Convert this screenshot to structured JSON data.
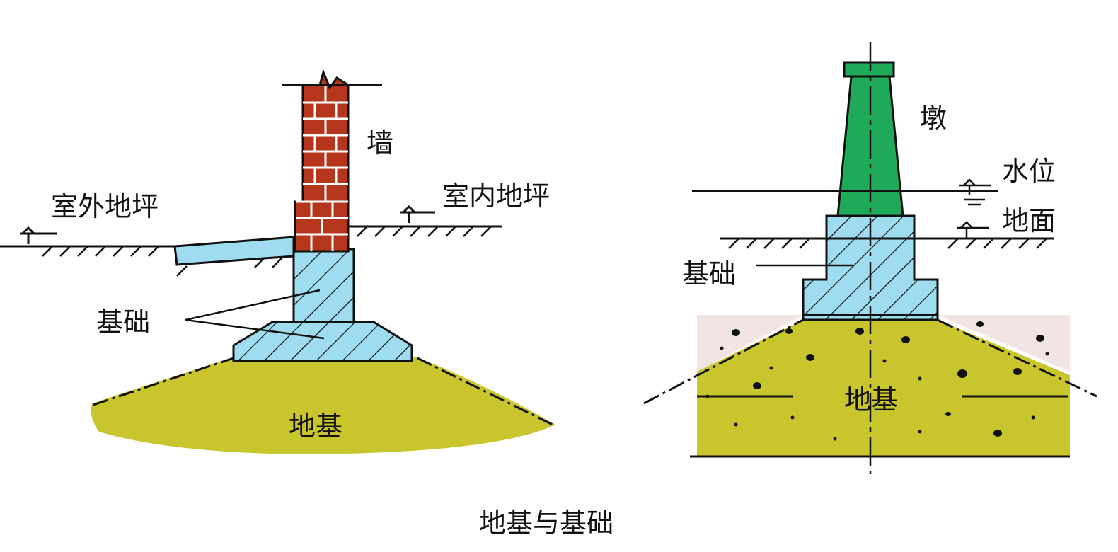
{
  "caption": "地基与基础",
  "left_figure": {
    "wall_label": "墙",
    "outdoor_floor_label": "室外地坪",
    "indoor_floor_label": "室内地坪",
    "foundation_label": "基础",
    "subgrade_label": "地基"
  },
  "right_figure": {
    "pier_label": "墩",
    "water_level_label": "水位",
    "ground_label": "地面",
    "foundation_label": "基础",
    "subgrade_label": "地基"
  },
  "colors": {
    "brick": "#b5361c",
    "mortar": "#ffffff",
    "foundation_fill": "#9fdcef",
    "subgrade_fill": "#c9c52c",
    "pier_fill": "#1faa5a",
    "backfill_fill": "#f2e4e2",
    "ink": "#111111"
  }
}
